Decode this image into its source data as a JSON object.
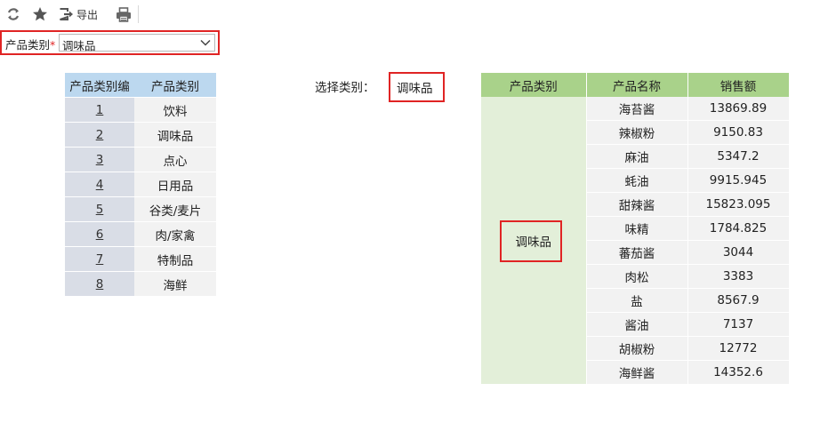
{
  "toolbar": {
    "refresh_icon": "refresh-icon",
    "favorite_icon": "star-icon",
    "export_icon": "export-icon",
    "export_label": "导出",
    "print_icon": "print-icon"
  },
  "filter": {
    "label": "产品类别",
    "required_mark": "*",
    "value": "调味品"
  },
  "category_table": {
    "headers": [
      "产品类别编",
      "产品类别"
    ],
    "rows": [
      {
        "id": "1",
        "name": "饮料"
      },
      {
        "id": "2",
        "name": "调味品"
      },
      {
        "id": "3",
        "name": "点心"
      },
      {
        "id": "4",
        "name": "日用品"
      },
      {
        "id": "5",
        "name": "谷类/麦片"
      },
      {
        "id": "6",
        "name": "肉/家禽"
      },
      {
        "id": "7",
        "name": "特制品"
      },
      {
        "id": "8",
        "name": "海鲜"
      }
    ]
  },
  "selection": {
    "label": "选择类别：",
    "value": "调味品"
  },
  "sales_table": {
    "headers": [
      "产品类别",
      "产品名称",
      "销售额"
    ],
    "group": "调味品",
    "rows": [
      {
        "product": "海苔酱",
        "sales": "13869.89"
      },
      {
        "product": "辣椒粉",
        "sales": "9150.83"
      },
      {
        "product": "麻油",
        "sales": "5347.2"
      },
      {
        "product": "蚝油",
        "sales": "9915.945"
      },
      {
        "product": "甜辣酱",
        "sales": "15823.095"
      },
      {
        "product": "味精",
        "sales": "1784.825"
      },
      {
        "product": "蕃茄酱",
        "sales": "3044"
      },
      {
        "product": "肉松",
        "sales": "3383"
      },
      {
        "product": "盐",
        "sales": "8567.9"
      },
      {
        "product": "酱油",
        "sales": "7137"
      },
      {
        "product": "胡椒粉",
        "sales": "12772"
      },
      {
        "product": "海鲜酱",
        "sales": "14352.6"
      }
    ]
  },
  "colors": {
    "highlight": "#e02424",
    "left_header": "#bcd8ef",
    "right_header": "#a9d28a",
    "group_cell": "#e3efd9"
  }
}
